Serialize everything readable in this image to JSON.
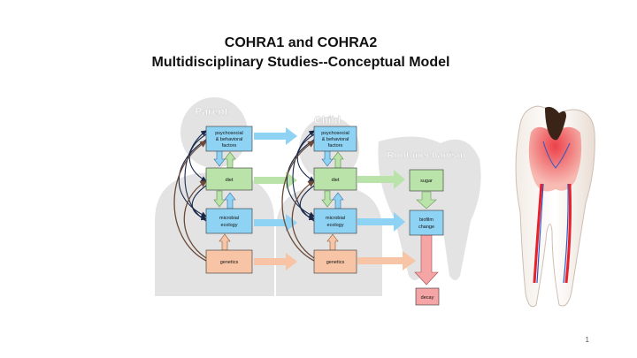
{
  "slide": {
    "title_line1": "COHRA1 and COHRA2",
    "title_line2": "Multidisciplinary Studies--Conceptual Model",
    "page_number": "1"
  },
  "diagram": {
    "parent_label": "Parent",
    "child_label": "Child",
    "root_label": "Root mechanism",
    "boxes": {
      "psych_line1": "psychosocial",
      "psych_line2": "& behavioral",
      "psych_line3": "factors",
      "diet": "diet",
      "microbial_line1": "microbial",
      "microbial_line2": "ecology",
      "genetics": "genetics",
      "sugar": "sugar",
      "biofilm_line1": "biofilm",
      "biofilm_line2": "change",
      "decay": "decay"
    },
    "colors": {
      "blue_box": "#8fd3f4",
      "green_box": "#b9e3a8",
      "orange_box": "#f7c4a5",
      "pink_box": "#f5a5a5",
      "silhouette": "#e3e3e3"
    }
  }
}
